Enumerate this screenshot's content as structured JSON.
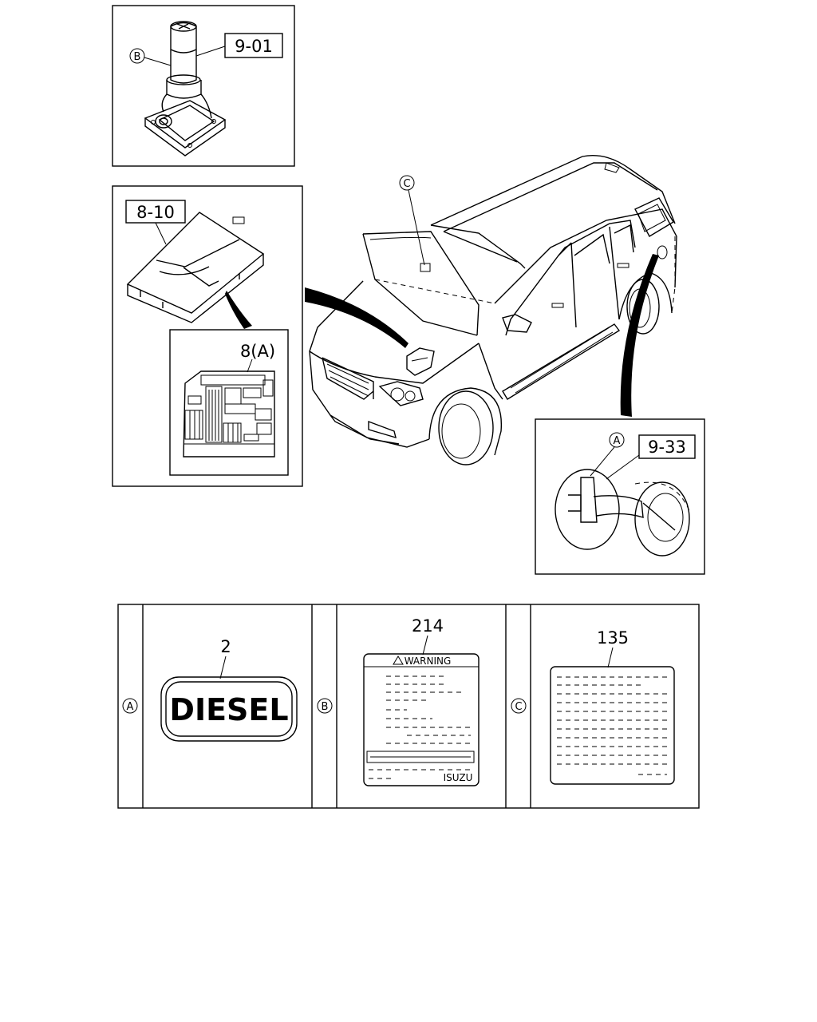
{
  "refs": {
    "jack": "9-01",
    "fuse_box": "8-10",
    "fuse_block": "8(A)",
    "fuel_lid": "9-33"
  },
  "markers": {
    "a": "A",
    "b": "B",
    "c": "C"
  },
  "parts": {
    "diesel_label_no": "2",
    "warning_label_no": "214",
    "info_label_no": "135"
  },
  "labels": {
    "diesel_text": "DIESEL",
    "warning_header": "WARNING",
    "brand": "ISUZU"
  }
}
